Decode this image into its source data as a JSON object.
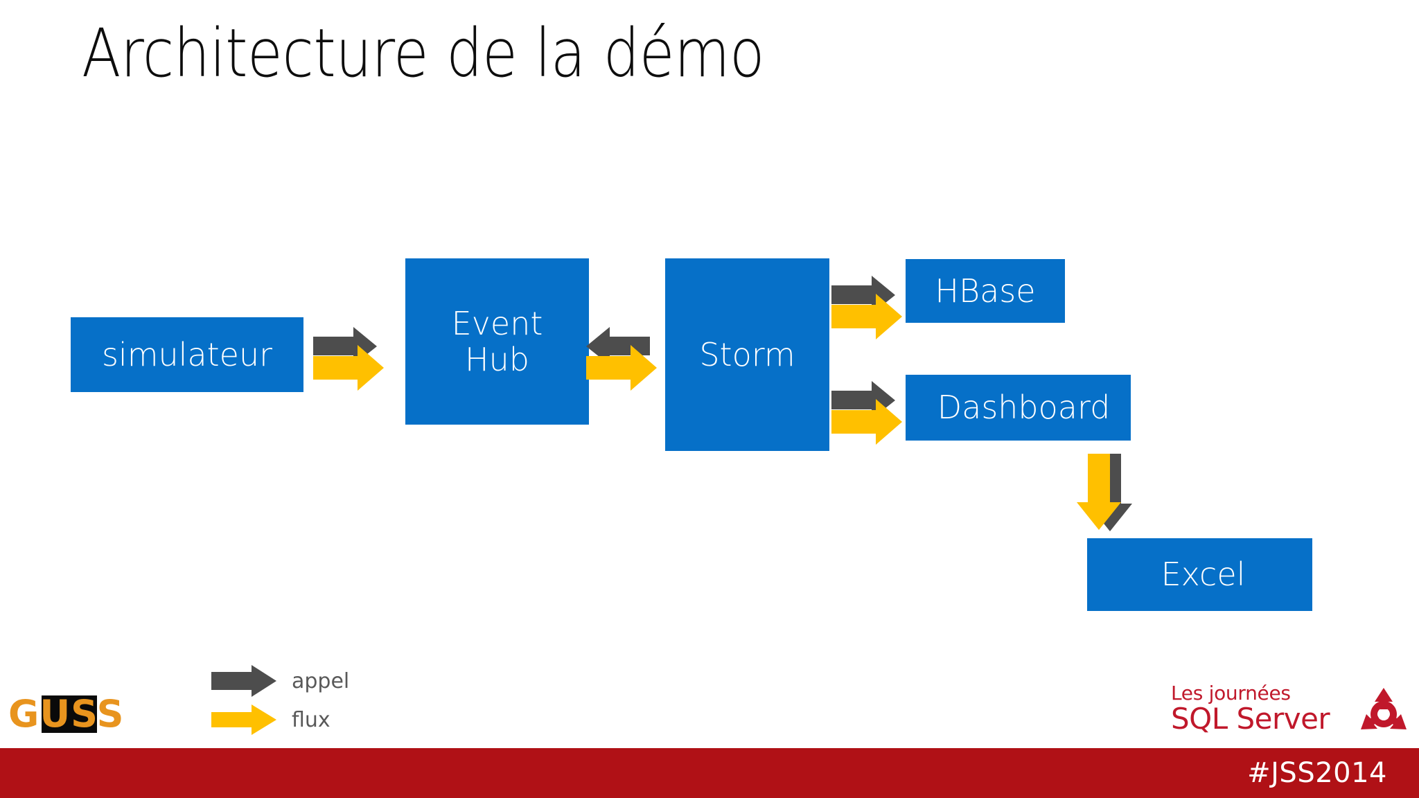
{
  "slide": {
    "title": "Architecture de la démo",
    "background_color": "#FFFFFF"
  },
  "colors": {
    "node_blue": "#0670C8",
    "arrow_call_gray": "#4D4D4D",
    "arrow_flow_yellow": "#FFC000",
    "footer_red": "#B01116",
    "brand_red": "#C0182B",
    "guss_orange": "#E8941E",
    "title_text": "#0D0D0D",
    "legend_text": "#595959"
  },
  "diagram": {
    "nodes": [
      {
        "id": "simulateur",
        "label": "simulateur"
      },
      {
        "id": "eventhub",
        "label": "Event\nHub",
        "line1": "Event",
        "line2": "Hub"
      },
      {
        "id": "storm",
        "label": "Storm"
      },
      {
        "id": "hbase",
        "label": "HBase"
      },
      {
        "id": "dashboard",
        "label": "Dashboard"
      },
      {
        "id": "excel",
        "label": "Excel"
      }
    ],
    "connections": [
      {
        "from": "simulateur",
        "to": "eventhub",
        "direction": "right",
        "kinds": [
          "appel",
          "flux"
        ]
      },
      {
        "from": "eventhub",
        "to": "storm",
        "direction": "bidirectional",
        "kinds": [
          "appel",
          "flux"
        ],
        "appel_direction": "left",
        "flux_direction": "right"
      },
      {
        "from": "storm",
        "to": "hbase",
        "direction": "right",
        "kinds": [
          "appel",
          "flux"
        ]
      },
      {
        "from": "storm",
        "to": "dashboard",
        "direction": "right",
        "kinds": [
          "appel",
          "flux"
        ]
      },
      {
        "from": "dashboard",
        "to": "excel",
        "direction": "down",
        "kinds": [
          "appel",
          "flux"
        ]
      }
    ]
  },
  "legend": {
    "items": [
      {
        "icon": "arrow-right-gray",
        "label": "appel"
      },
      {
        "icon": "arrow-right-yellow",
        "label": "flux"
      }
    ]
  },
  "branding": {
    "guss": {
      "text": "GUSS"
    },
    "jss": {
      "line1": "Les journées",
      "line2": "SQL Server"
    }
  },
  "footer": {
    "hashtag": "#JSS2014"
  }
}
